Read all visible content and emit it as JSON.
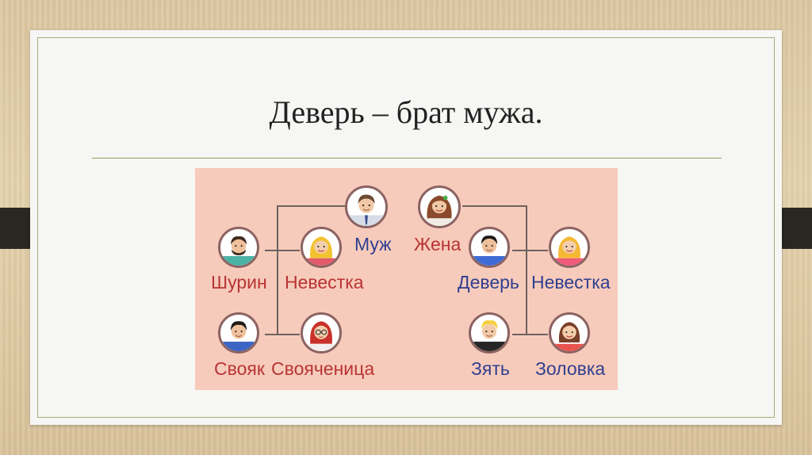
{
  "slide": {
    "title": "Деверь – брат мужа."
  },
  "diagram": {
    "labels": {
      "muzh": "Муж",
      "zhena": "Жена",
      "shurin": "Шурин",
      "nevestka_left": "Невестка",
      "svoyak": "Свояк",
      "svoyachenitsa": "Свояченица",
      "dever": "Деверь",
      "nevestka_right": "Невестка",
      "zyat": "Зять",
      "zolovka": "Золовка"
    },
    "colors": {
      "background": "#f7cbbb",
      "label_red": "#b83434",
      "label_blue": "#2f3f8f",
      "avatar_ring": "#8b6362"
    }
  }
}
